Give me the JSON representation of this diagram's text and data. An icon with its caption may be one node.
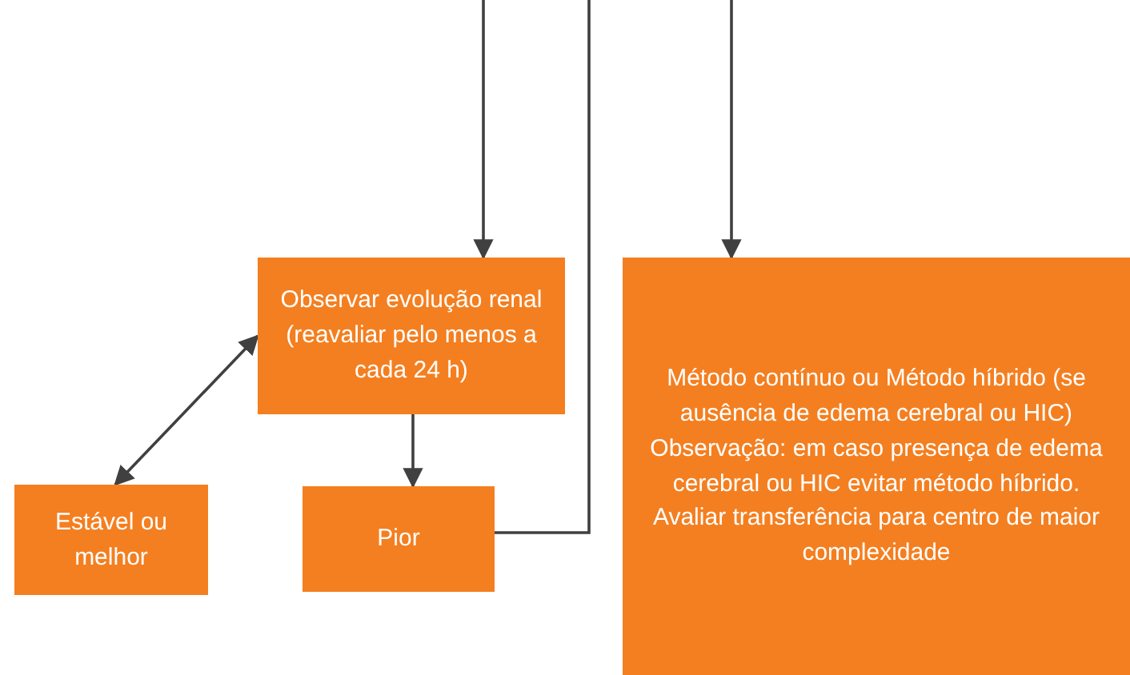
{
  "diagram": {
    "nodes": [
      {
        "text": [
          "Observar evolução renal (reavaliar pelo menos a cada 24 h)"
        ]
      },
      {
        "text": [
          "Estável ou melhor"
        ]
      },
      {
        "text": [
          "Pior"
        ]
      },
      {
        "text": [
          "Método contínuo ou Método híbrido (se ausência de edema cerebral ou HIC)",
          "Observação: em caso presença de edema cerebral ou HIC evitar método híbrido. Avaliar transferência para centro de maior complexidade"
        ]
      }
    ],
    "edges": [
      {
        "from": null,
        "to": 0,
        "arrow": "to"
      },
      {
        "from": 0,
        "to": 1,
        "arrow": "both"
      },
      {
        "from": 0,
        "to": 2,
        "arrow": "to"
      },
      {
        "from": 2,
        "to": null,
        "arrow": "none"
      },
      {
        "from": null,
        "to": 3,
        "arrow": "to"
      }
    ]
  }
}
